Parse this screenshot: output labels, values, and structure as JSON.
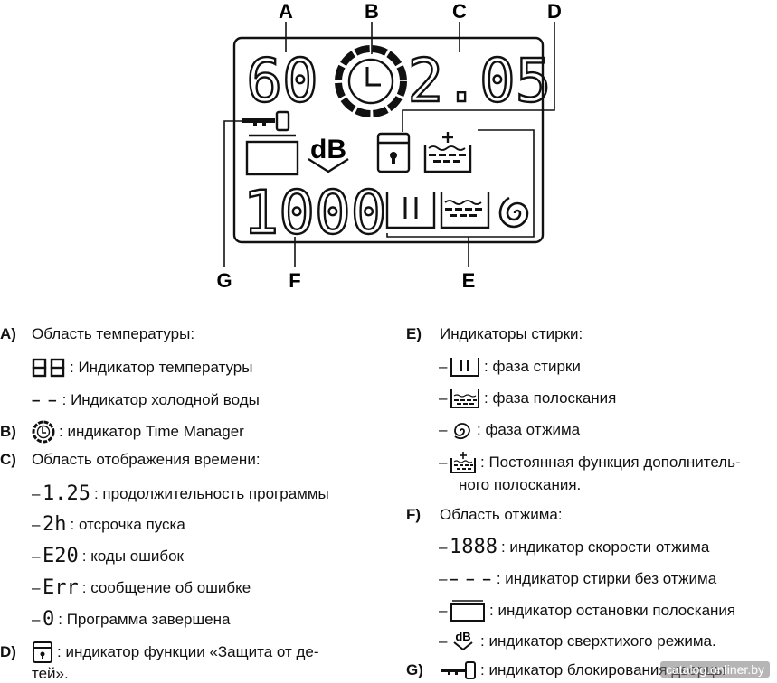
{
  "diagram": {
    "labels": {
      "A": "A",
      "B": "B",
      "C": "C",
      "D": "D",
      "E": "E",
      "F": "F",
      "G": "G"
    },
    "display": {
      "temperature": "60",
      "time": "2.05",
      "spin": "1000",
      "db": "dB"
    }
  },
  "legend": {
    "A": {
      "key": "A)",
      "title": "Область температуры:",
      "items": [
        {
          "icon": "88",
          "text": ": Индикатор температуры"
        },
        {
          "icon": "– –",
          "text": ": Индикатор холодной воды"
        }
      ]
    },
    "B": {
      "key": "B)",
      "text": ": индикатор Time Manager"
    },
    "C": {
      "key": "C)",
      "title": "Область отображения времени:",
      "items": [
        {
          "dash": "–",
          "icon": "1.25",
          "text": ": продолжительность программы"
        },
        {
          "dash": "–",
          "icon": "2h",
          "text": ": отсрочка пуска"
        },
        {
          "dash": "–",
          "icon": "E20",
          "text": ": коды ошибок"
        },
        {
          "dash": "–",
          "icon": "Err",
          "text": ": сообщение об ошибке"
        },
        {
          "dash": "–",
          "icon": "0",
          "text": ": Программа завершена"
        }
      ]
    },
    "D": {
      "key": "D)",
      "text_line1": ": индикатор функции «Защита от де-",
      "text_line2": "тей»."
    },
    "E": {
      "key": "E)",
      "title": "Индикаторы стирки:",
      "items": [
        {
          "dash": "–",
          "text": ": фаза стирки"
        },
        {
          "dash": "–",
          "text": ": фаза полоскания"
        },
        {
          "dash": "–",
          "text": ": фаза отжима"
        },
        {
          "dash": "–",
          "text_line1": ": Постоянная функция дополнитель-",
          "text_line2": "ного полоскания."
        }
      ]
    },
    "F": {
      "key": "F)",
      "title": "Область отжима:",
      "items": [
        {
          "dash": "–",
          "icon": "1888",
          "text": ": индикатор скорости отжима"
        },
        {
          "dash": "–",
          "icon": "– – –",
          "text": ": индикатор стирки без отжима"
        },
        {
          "dash": "–",
          "text": ": индикатор остановки полоскания"
        },
        {
          "dash": "–",
          "text": ": индикатор сверхтихого режима."
        }
      ]
    },
    "G": {
      "key": "G)",
      "text": ": индикатор блокирования дверцы"
    }
  },
  "watermark": "catalog.onliner.by",
  "colors": {
    "ink": "#111111",
    "background": "#ffffff"
  }
}
